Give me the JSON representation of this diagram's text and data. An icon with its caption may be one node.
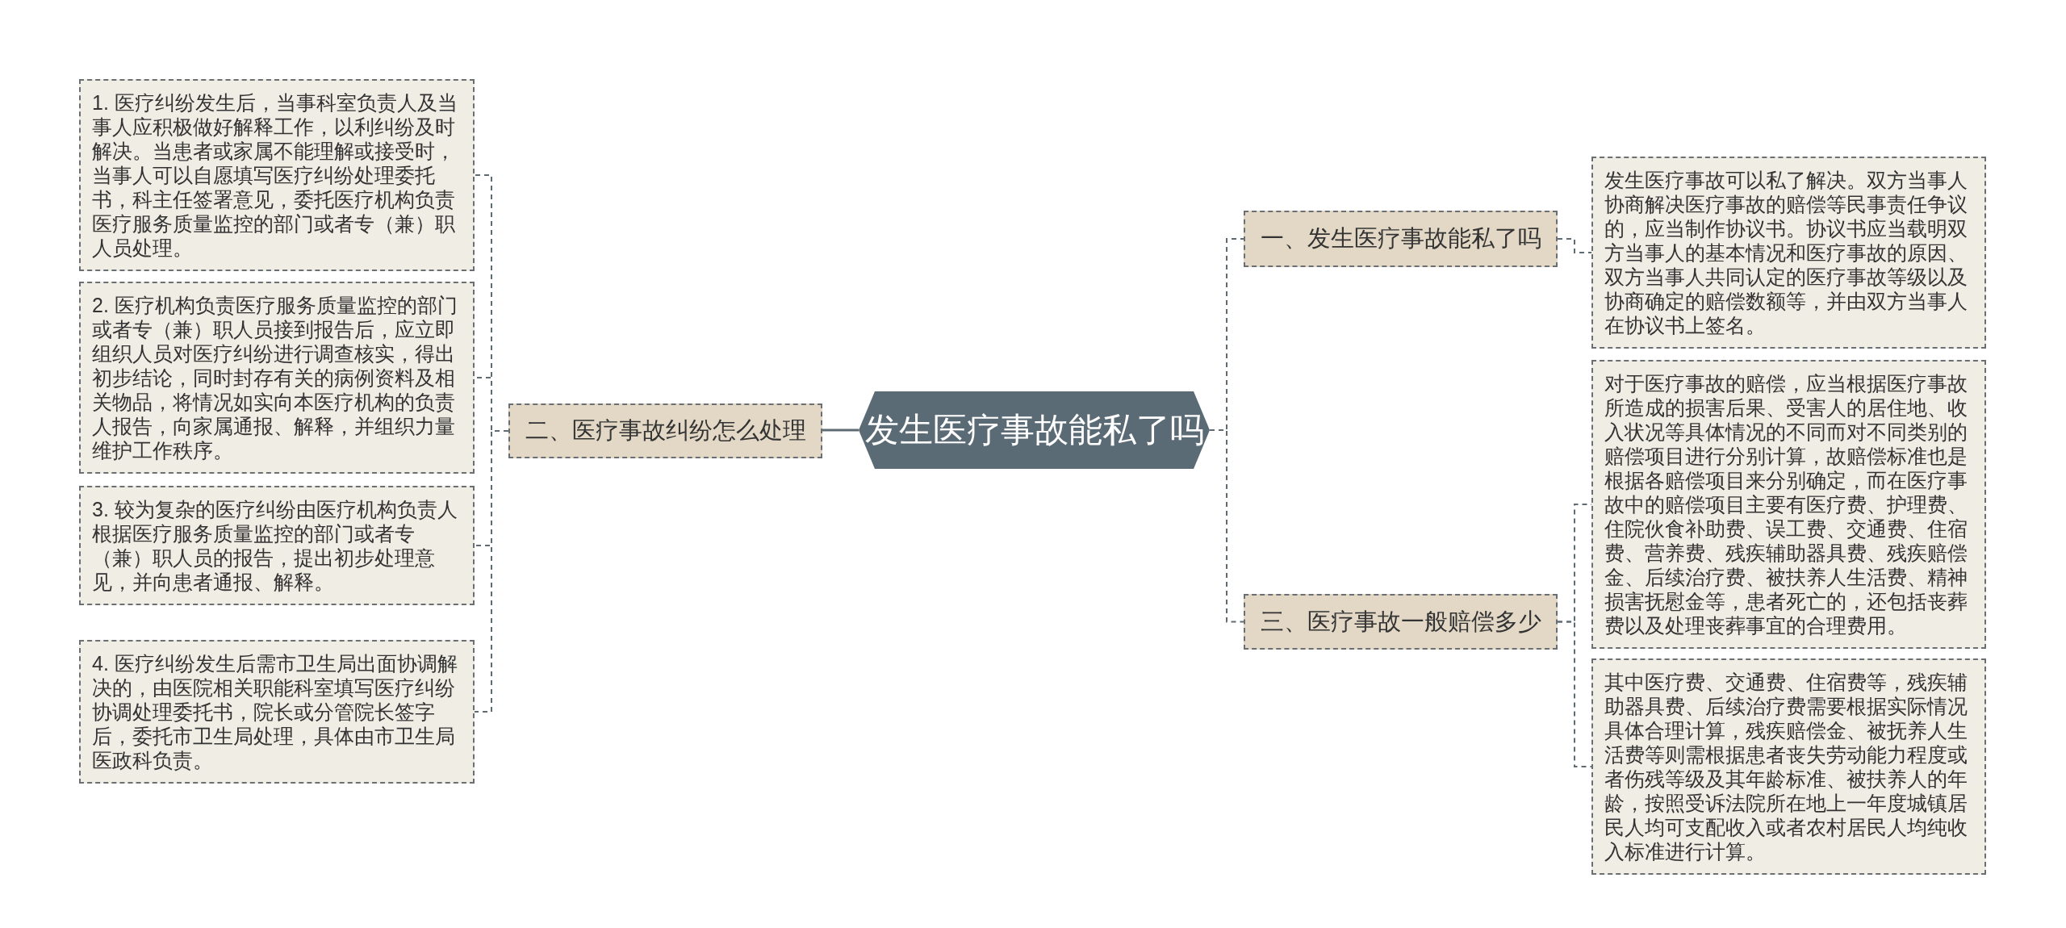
{
  "diagram": {
    "nodes": [
      {
        "text": [
          "发生医疗事故能私了吗"
        ]
      },
      {
        "text": [
          "一、发生医疗事故能私了吗"
        ]
      },
      {
        "text": [
          "发生医疗事故可以私了解决。双方当事人协商解决医疗事故的赔偿等民事责任争议的，应当制作协议书。协议书应当载明双方当事人的基本情况和医疗事故的原因、双方当事人共同认定的医疗事故等级以及协商确定的赔偿数额等，并由双方当事人在协议书上签名。"
        ]
      },
      {
        "text": [
          "三、医疗事故一般赔偿多少"
        ]
      },
      {
        "text": [
          "对于医疗事故的赔偿，应当根据医疗事故所造成的损害后果、受害人的居住地、收入状况等具体情况的不同而对不同类别的赔偿项目进行分别计算，故赔偿标准也是根据各赔偿项目来分别确定，而在医疗事故中的赔偿项目主要有医疗费、护理费、住院伙食补助费、误工费、交通费、住宿费、营养费、残疾辅助器具费、残疾赔偿金、后续治疗费、被扶养人生活费、精神损害抚慰金等，患者死亡的，还包括丧葬费以及处理丧葬事宜的合理费用。"
        ]
      },
      {
        "text": [
          "其中医疗费、交通费、住宿费等，残疾辅助器具费、后续治疗费需要根据实际情况具体合理计算，残疾赔偿金、被抚养人生活费等则需根据患者丧失劳动能力程度或者伤残等级及其年龄标准、被扶养人的年龄，按照受诉法院所在地上一年度城镇居民人均可支配收入或者农村居民人均纯收入标准进行计算。"
        ]
      },
      {
        "text": [
          "二、医疗事故纠纷怎么处理"
        ]
      },
      {
        "text": [
          "1. 医疗纠纷发生后，当事科室负责人及当事人应积极做好解释工作，以利纠纷及时解决。当患者或家属不能理解或接受时，当事人可以自愿填写医疗纠纷处理委托书，科主任签署意见，委托医疗机构负责医疗服务质量监控的部门或者专（兼）职人员处理。"
        ]
      },
      {
        "text": [
          "2. 医疗机构负责医疗服务质量监控的部门或者专（兼）职人员接到报告后，应立即组织人员对医疗纠纷进行调查核实，得出初步结论，同时封存有关的病例资料及相关物品，将情况如实向本医疗机构的负责人报告，向家属通报、解释，并组织力量维护工作秩序。"
        ]
      },
      {
        "text": [
          "3. 较为复杂的医疗纠纷由医疗机构负责人根据医疗服务质量监控的部门或者专（兼）职人员的报告，提出初步处理意见，并向患者通报、解释。"
        ]
      },
      {
        "text": [
          "4. 医疗纠纷发生后需市卫生局出面协调解决的，由医院相关职能科室填写医疗纠纷协调处理委托书，院长或分管院长签字后，委托市卫生局处理，具体由市卫生局医政科负责。"
        ]
      }
    ],
    "edges": [
      {
        "from": 0,
        "to": 1,
        "arrow": "none",
        "style": "dashed"
      },
      {
        "from": 1,
        "to": 2,
        "arrow": "none",
        "style": "dashed"
      },
      {
        "from": 0,
        "to": 3,
        "arrow": "none",
        "style": "dashed"
      },
      {
        "from": 3,
        "to": 4,
        "arrow": "none",
        "style": "dashed"
      },
      {
        "from": 3,
        "to": 5,
        "arrow": "none",
        "style": "dashed"
      },
      {
        "from": 0,
        "to": 6,
        "arrow": "none"
      },
      {
        "from": 6,
        "to": 7,
        "arrow": "none",
        "style": "dashed"
      },
      {
        "from": 6,
        "to": 8,
        "arrow": "none",
        "style": "dashed"
      },
      {
        "from": 6,
        "to": 9,
        "arrow": "none",
        "style": "dashed"
      },
      {
        "from": 6,
        "to": 10,
        "arrow": "none",
        "style": "dashed"
      }
    ]
  }
}
